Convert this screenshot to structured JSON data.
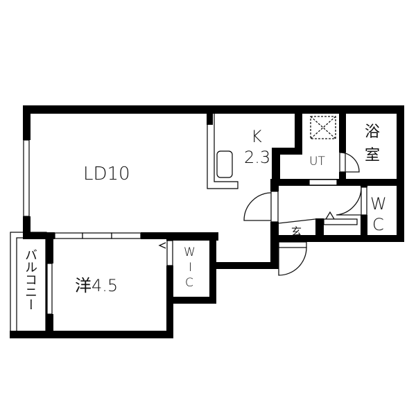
{
  "floorplan": {
    "colors": {
      "wall": "#000000",
      "background": "#ffffff",
      "line": "#111111"
    },
    "rooms": {
      "living_dining": {
        "label": "LD10"
      },
      "kitchen": {
        "label_line1": "K",
        "label_line2": "2.3"
      },
      "utility": {
        "label": "UT"
      },
      "bathroom": {
        "label_line1": "浴",
        "label_line2": "室"
      },
      "toilet": {
        "label_line1": "W",
        "label_line2": "C"
      },
      "entrance": {
        "label": "玄"
      },
      "western_room": {
        "label": "洋4.5"
      },
      "walk_in_closet": {
        "label_line1": "W",
        "label_line2": "I",
        "label_line3": "C"
      },
      "balcony": {
        "label": "バルコニー"
      }
    }
  }
}
